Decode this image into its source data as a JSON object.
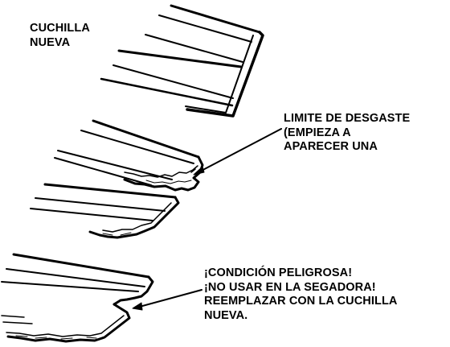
{
  "labels": {
    "new_blade": [
      "CUCHILLA",
      "NUEVA"
    ],
    "wear_limit": [
      "LIMITE DE DESGASTE",
      "(EMPIEZA A",
      "APARECER UNA"
    ],
    "dangerous": [
      "¡CONDICIÓN PELIGROSA!",
      "¡NO USAR EN LA SEGADORA!",
      "REEMPLAZAR CON LA CUCHILLA",
      "NUEVA."
    ]
  },
  "colors": {
    "ink": "#000000",
    "background": "#ffffff"
  }
}
